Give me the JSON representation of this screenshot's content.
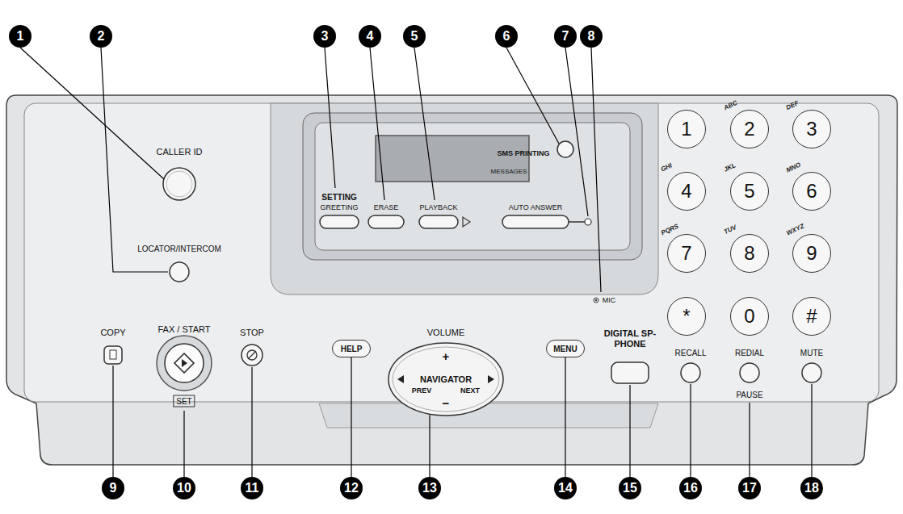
{
  "diagram": {
    "nodes": [
      {
        "text": [
          "1"
        ]
      },
      {
        "text": [
          "2"
        ]
      },
      {
        "text": [
          "3"
        ]
      },
      {
        "text": [
          "4"
        ]
      },
      {
        "text": [
          "5"
        ]
      },
      {
        "text": [
          "6"
        ]
      },
      {
        "text": [
          "7"
        ]
      },
      {
        "text": [
          "8"
        ]
      },
      {
        "text": [
          "1"
        ]
      },
      {
        "text": [
          "2",
          "ABC"
        ]
      },
      {
        "text": [
          "3",
          "DEF"
        ]
      },
      {
        "text": [
          "4",
          "GHI"
        ]
      },
      {
        "text": [
          "5",
          "JKL"
        ]
      },
      {
        "text": [
          "6",
          "MNO"
        ]
      },
      {
        "text": [
          "7",
          "PQRS"
        ]
      },
      {
        "text": [
          "8",
          "TUV"
        ]
      },
      {
        "text": [
          "9",
          "WXYZ"
        ]
      },
      {
        "text": [
          "*"
        ]
      },
      {
        "text": [
          "0"
        ]
      },
      {
        "text": [
          "#"
        ]
      },
      {
        "text": [
          "HELP"
        ]
      },
      {
        "text": [
          "+",
          "NAVIGATOR",
          "PREV",
          "NEXT",
          "−"
        ]
      },
      {
        "text": [
          "MENU"
        ]
      },
      {
        "text": [
          "9"
        ]
      },
      {
        "text": [
          "10"
        ]
      },
      {
        "text": [
          "11"
        ]
      },
      {
        "text": [
          "12"
        ]
      },
      {
        "text": [
          "13"
        ]
      },
      {
        "text": [
          "14"
        ]
      },
      {
        "text": [
          "15"
        ]
      },
      {
        "text": [
          "16"
        ]
      },
      {
        "text": [
          "17"
        ]
      },
      {
        "text": [
          "18"
        ]
      }
    ],
    "edges": [
      {
        "from": 26,
        "to": 20,
        "arrow": "none"
      },
      {
        "from": 27,
        "to": 21,
        "arrow": "none"
      },
      {
        "from": 28,
        "to": 22,
        "arrow": "none"
      }
    ],
    "labels": [
      "CALLER ID",
      "LOCATOR/INTERCOM",
      "SETTING",
      "GREETING",
      "ERASE",
      "PLAYBACK",
      "AUTO ANSWER",
      "SMS PRINTING",
      "MESSAGES",
      "MIC",
      "COPY",
      "FAX / START",
      "SET",
      "STOP",
      "VOLUME",
      "DIGITAL SP-PHONE",
      "RECALL",
      "REDIAL",
      "PAUSE",
      "MUTE"
    ]
  }
}
